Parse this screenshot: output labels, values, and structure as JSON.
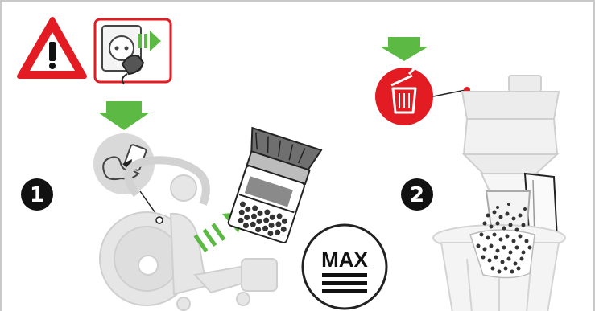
{
  "steps": [
    {
      "number": "1"
    },
    {
      "number": "2"
    }
  ],
  "max_badge": {
    "label": "MAX"
  },
  "icons": {
    "warning": "warning-triangle-icon",
    "unplug": "unplug-from-socket-icon",
    "trash": "trash-bin-icon",
    "release": "release-bin-icon",
    "arrow": "green-arrow-icon"
  },
  "colors": {
    "warning_red": "#e31b23",
    "arrow_green": "#5bb944",
    "light_gray": "#d4d4d4",
    "dark": "#1a1a1a"
  }
}
